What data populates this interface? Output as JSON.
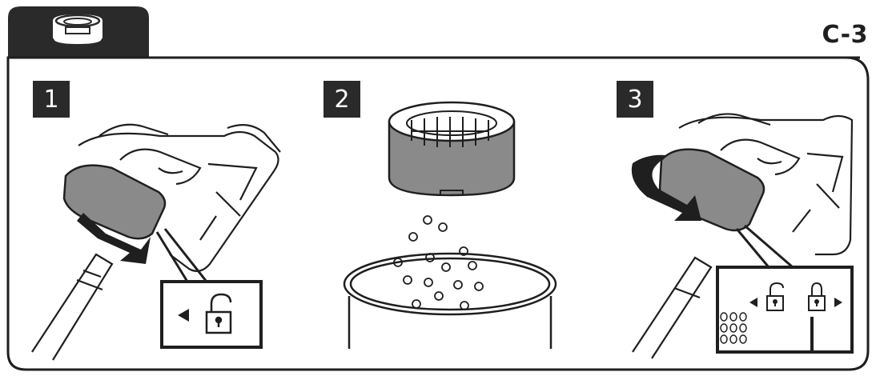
{
  "header": {
    "tab_icon": "filter-ring-icon",
    "page_code": "C-3"
  },
  "steps": [
    {
      "number": "1",
      "icon": "unlock-icon",
      "arrow": "left-arrow-icon"
    },
    {
      "number": "2"
    },
    {
      "number": "3",
      "icons": [
        "unlock-icon",
        "lock-icon"
      ],
      "arrows": [
        "left-arrow-icon",
        "right-arrow-icon"
      ]
    }
  ],
  "colors": {
    "ink": "#1f1f1f",
    "badge": "#2a2a2a",
    "gray_band": "#8a8a8a",
    "background": "#ffffff"
  }
}
